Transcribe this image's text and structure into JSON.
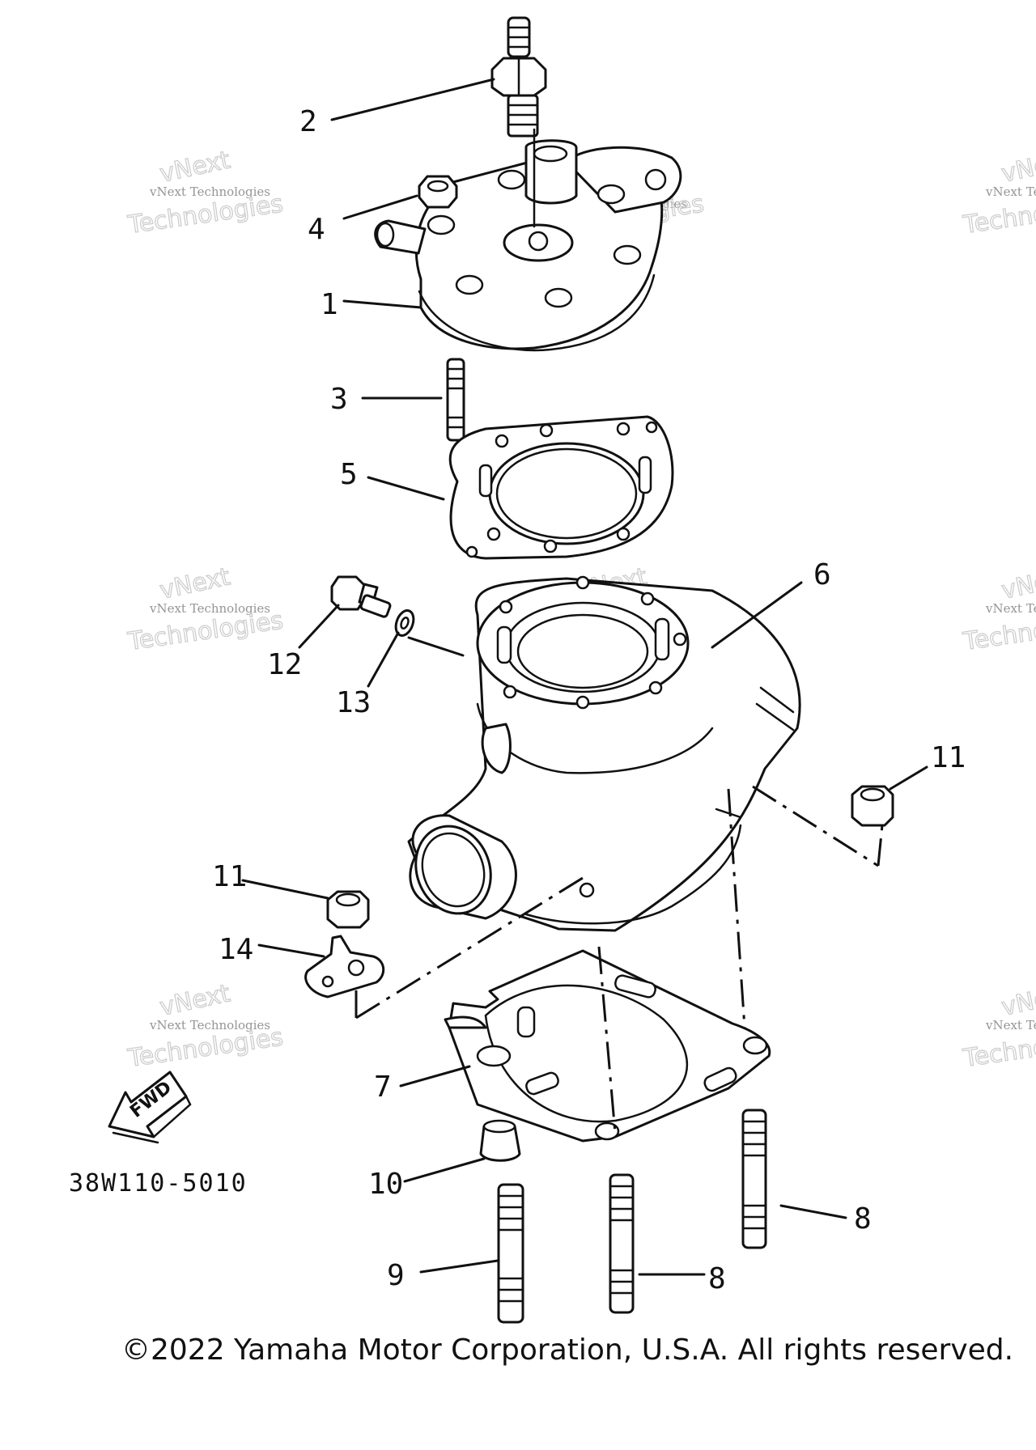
{
  "diagram": {
    "callouts": {
      "c1": "1",
      "c2": "2",
      "c3": "3",
      "c4": "4",
      "c5": "5",
      "c6": "6",
      "c7": "7",
      "c8a": "8",
      "c8b": "8",
      "c9": "9",
      "c10": "10",
      "c11a": "11",
      "c11b": "11",
      "c12": "12",
      "c13": "13",
      "c14": "14"
    },
    "part_code": "38W110-5010",
    "fwd_label": "FWD",
    "watermark": {
      "line1": "vNext Technologies",
      "line2": "vNext",
      "line3": "Technologies"
    }
  },
  "footer": {
    "copyright": "©2022 Yamaha Motor Corporation, U.S.A. All rights reserved."
  }
}
